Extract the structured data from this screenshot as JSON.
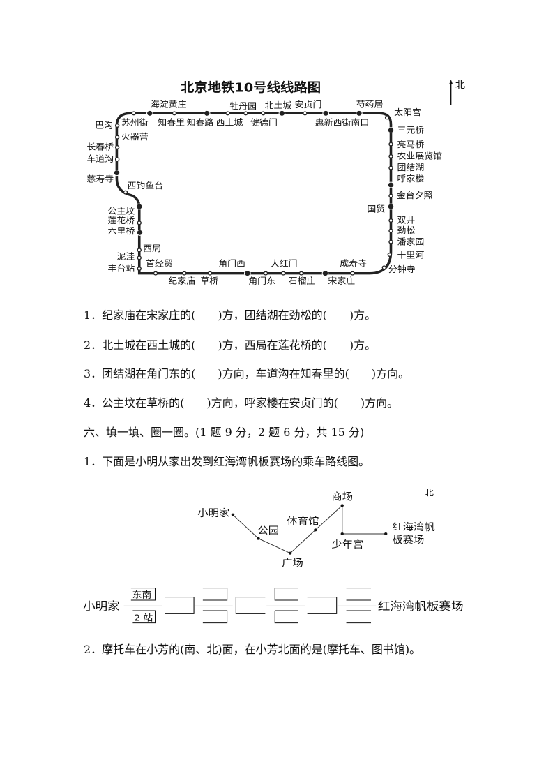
{
  "map": {
    "title": "北京地铁10号线线路图",
    "north": "北",
    "stations": {
      "haidianhuangzhuang": "海淀黄庄",
      "mudanyuan": "牡丹园",
      "beitucheng": "北土城",
      "anzhenmen": "安贞门",
      "shaoyaoju": "芍药居",
      "suzhoujie": "苏州街",
      "zhichunli": "知春里",
      "zhichunlu": "知春路",
      "xitucheng": "西土城",
      "jiandemen": "健德门",
      "huixin": "惠新西街南口",
      "taiyanggong": "太阳宫",
      "sanyuanqiao": "三元桥",
      "liangmaqiao": "亮马桥",
      "nongzhan": "农业展览馆",
      "tuanjiehu": "团结湖",
      "hujialou": "呼家楼",
      "jintaixizhao": "金台夕照",
      "guomao": "国贸",
      "shuangjing": "双井",
      "jinsong": "劲松",
      "panjiayuan": "潘家园",
      "shilihe": "十里河",
      "fenzhongsi": "分钟寺",
      "chengshousi": "成寿寺",
      "songjiazhuang": "宋家庄",
      "shiliuzhuang": "石榴庄",
      "dahongmen": "大红门",
      "jiaomendong": "角门东",
      "jiaomenxi": "角门西",
      "caoqiao": "草桥",
      "jijiamiao": "纪家庙",
      "shoujingmao": "首经贸",
      "fengtaizhan": "丰台站",
      "niwa": "泥洼",
      "xiju": "西局",
      "liliqiao": "六里桥",
      "lianhuaqiao": "莲花桥",
      "gongzhufen": "公主坟",
      "xidiaoyutai": "西钓鱼台",
      "cishousi": "慈寿寺",
      "chedaogou": "车道沟",
      "changchunqiao": "长春桥",
      "huoqiying": "火器营",
      "bagou": "巴沟"
    }
  },
  "questions": [
    "1．纪家庙在宋家庄的(　　)方，团结湖在劲松的(　　)方。",
    "2．北土城在西土城的(　　)方，西局在莲花桥的(　　)方。",
    "3．团结湖在角门东的(　　)方向，车道沟在知春里的(　　)方向。",
    "4．公主坟在草桥的(　　)方向，呼家楼在安贞门的(　　)方向。"
  ],
  "section6": "六、填一填、圈一圈。(1 题 9 分，2 题 6 分，共 15 分)",
  "q6_1": "1．下面是小明从家出发到红海湾帆板赛场的乘车路线图。",
  "route": {
    "north": "北",
    "home": "小明家",
    "park": "公园",
    "square": "广场",
    "gym": "体育馆",
    "mall": "商场",
    "youth": "少年宫",
    "venue1": "红海湾帆",
    "venue2": "板赛场"
  },
  "chain": {
    "start": "小明家",
    "dir1": "东南",
    "stops1": "2 站",
    "end": "红海湾帆板赛场"
  },
  "q6_2": "2．摩托车在小芳的(南、北)面，在小芳北面的是(摩托车、图书馆)。"
}
